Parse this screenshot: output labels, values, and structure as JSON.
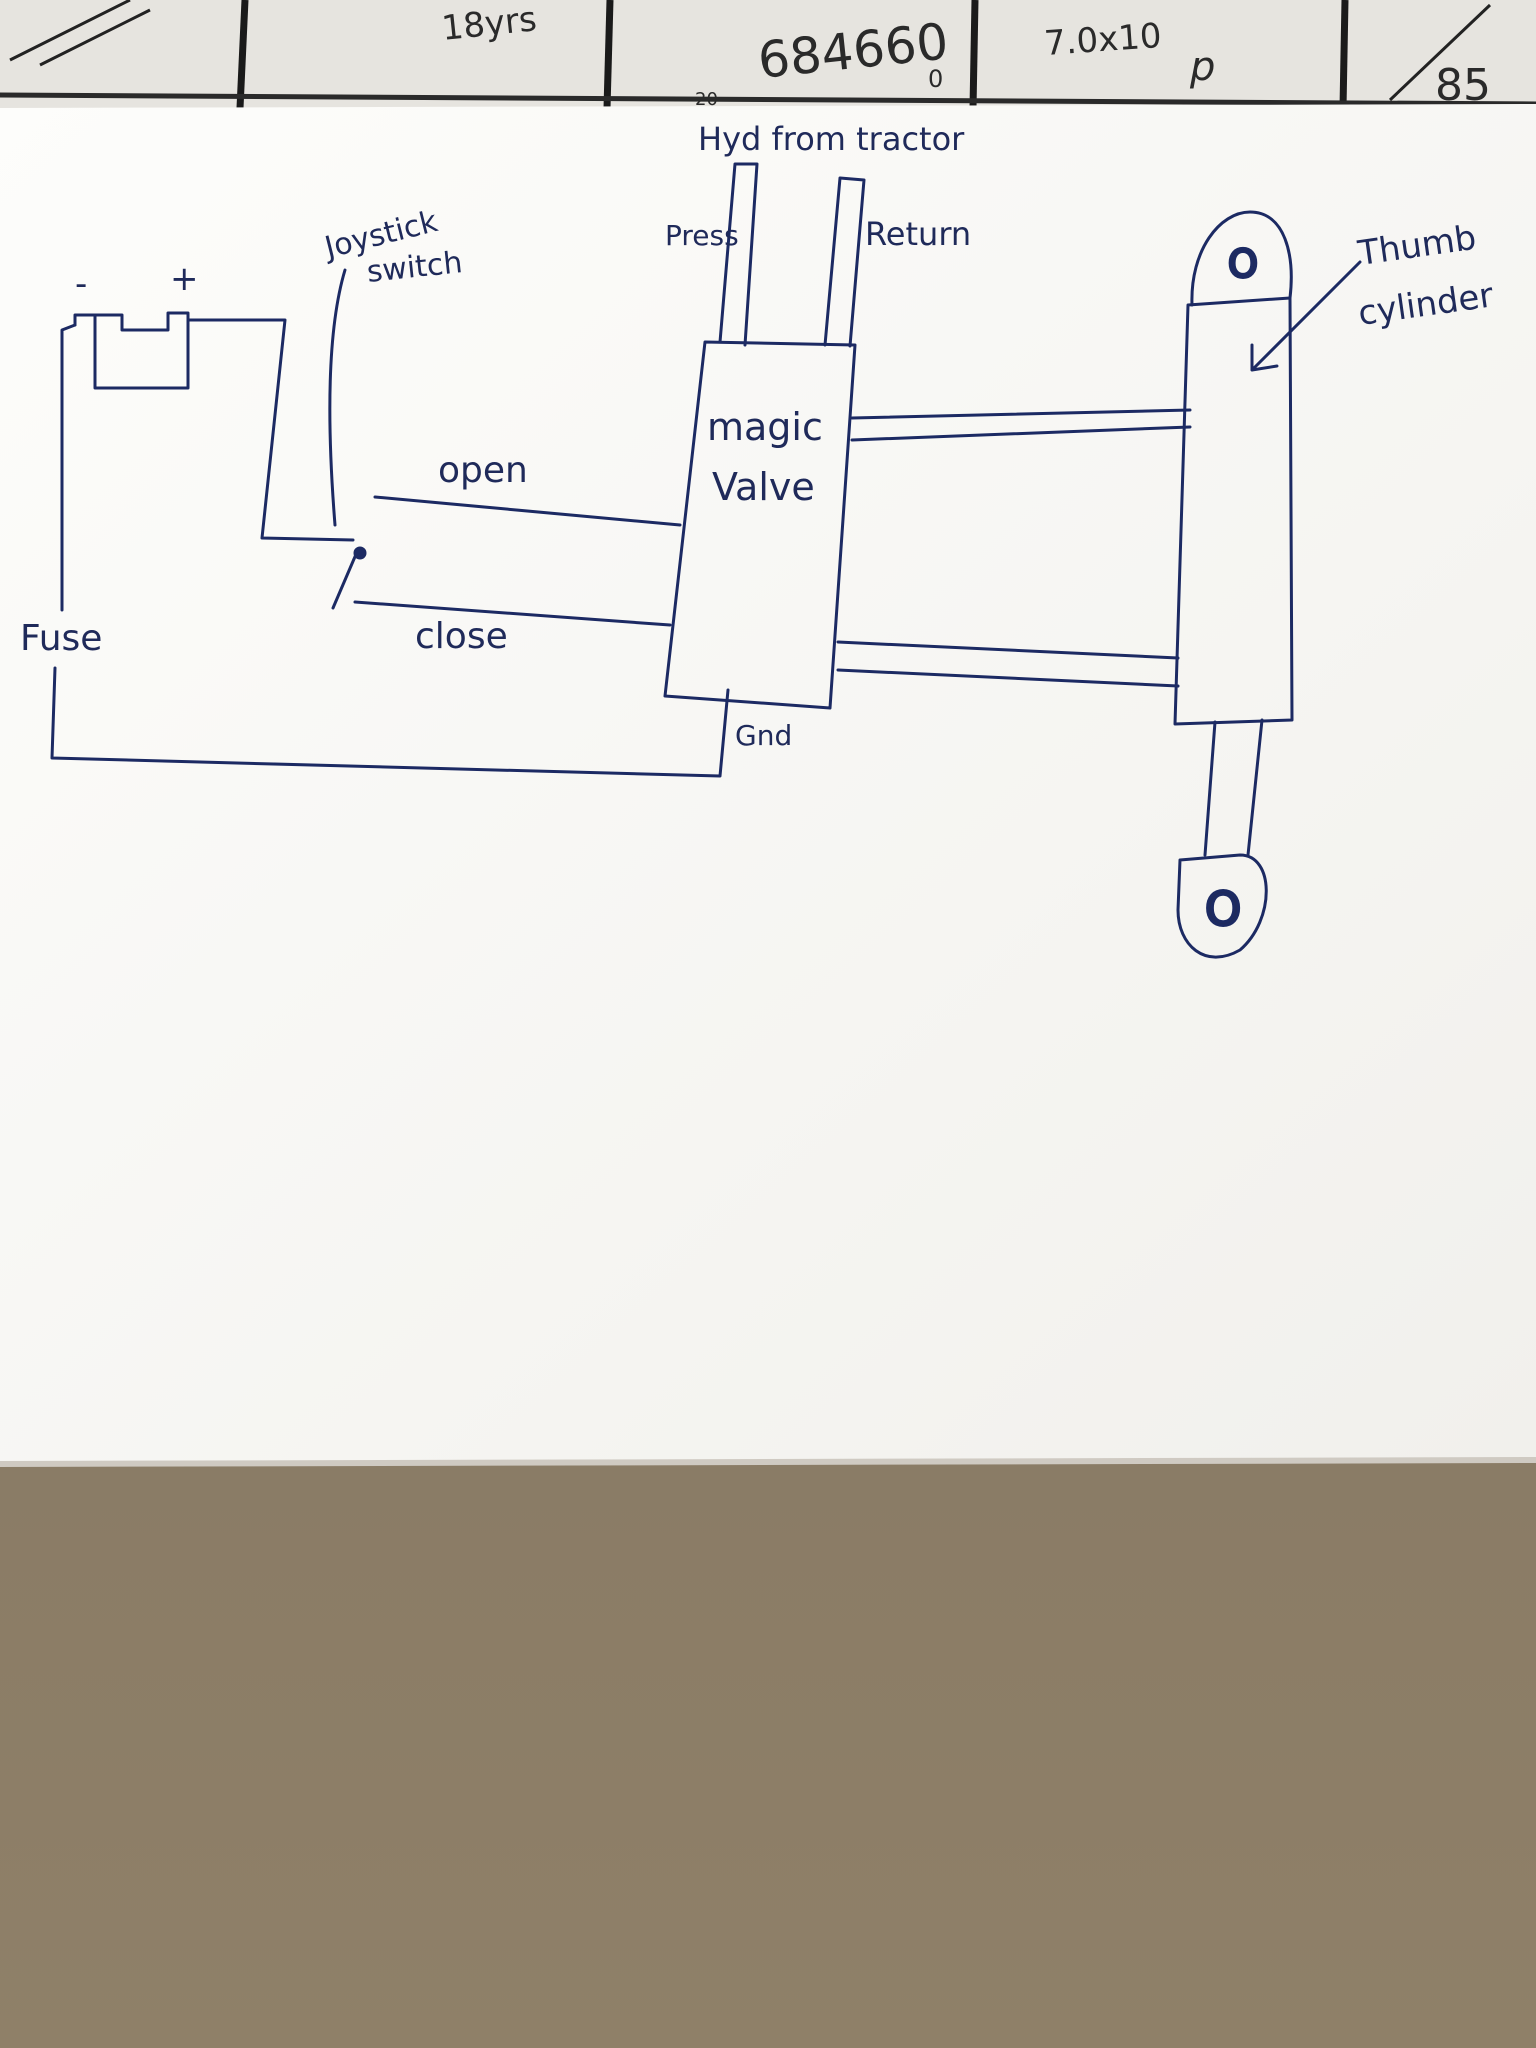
{
  "colors": {
    "paper": "#fbfbf9",
    "ink": "#1c2a63",
    "floor": "#8a7b68",
    "top_sheet": "#e9e7e3"
  },
  "top_notes": {
    "age": "18yrs",
    "number": "684660",
    "size": "7.0x10",
    "small_20": "20",
    "small_0": "0",
    "p": "p",
    "right": "85"
  },
  "diagram": {
    "battery_minus": "-",
    "battery_plus": "+",
    "joystick_label_1": "Joystick",
    "joystick_label_2": "switch",
    "fuse_label": "Fuse",
    "open_label": "open",
    "close_label": "close",
    "hyd_label": "Hyd from tractor",
    "pressure_label": "Press",
    "return_label": "Return",
    "valve_label_1": "magic",
    "valve_label_2": "Valve",
    "gnd_label": "Gnd",
    "cylinder_label_1": "Thumb",
    "cylinder_label_2": "cylinder",
    "eye_top": "O",
    "eye_bottom": "O"
  }
}
